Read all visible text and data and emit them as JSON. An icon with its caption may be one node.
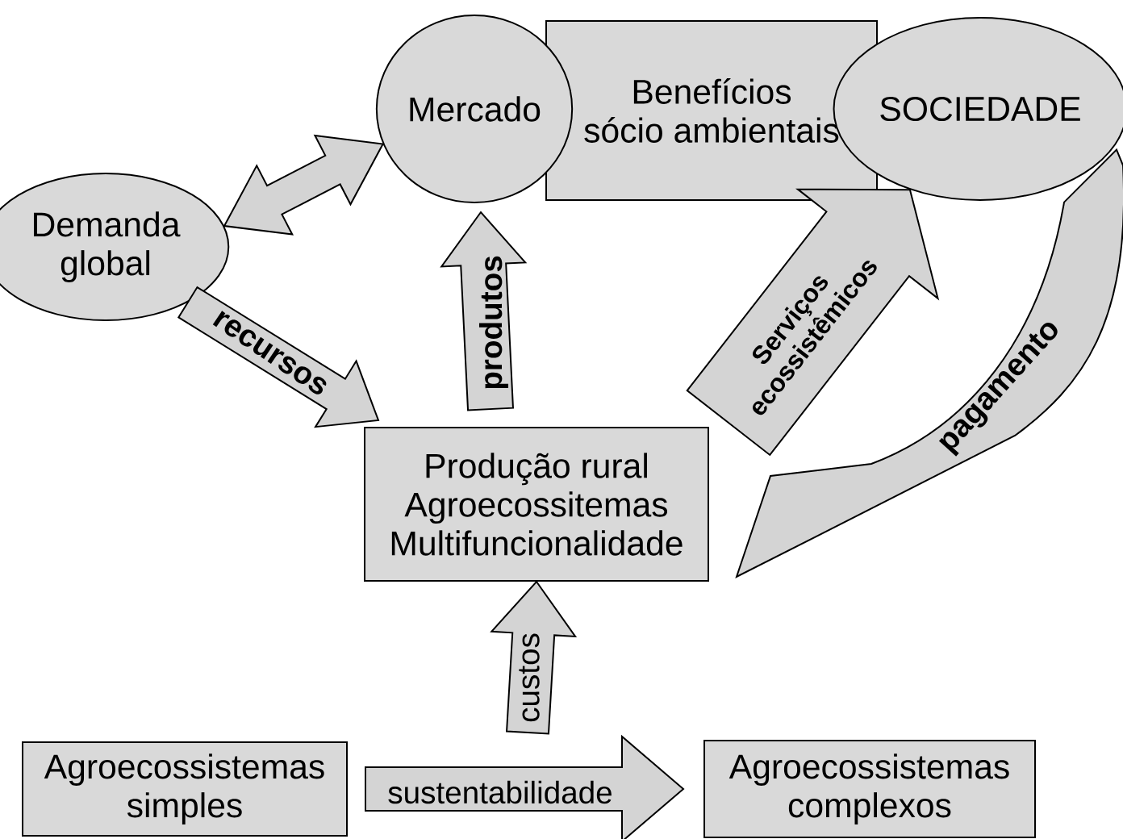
{
  "diagram": {
    "nodes": [
      {
        "text": [
          "Mercado"
        ]
      },
      {
        "text": [
          "Benefícios",
          "sócio ambientais"
        ]
      },
      {
        "text": [
          "SOCIEDADE"
        ]
      },
      {
        "text": [
          "Demanda global"
        ]
      },
      {
        "text": [
          "Produção rural",
          "Agroecossitemas",
          "Multifuncionalidade"
        ]
      },
      {
        "text": [
          "Agroecossistemas simples"
        ]
      },
      {
        "text": [
          "Agroecossistemas complexos"
        ]
      }
    ],
    "edges": [
      {
        "from": 3,
        "to": 0,
        "arrow": "both"
      },
      {
        "from": 3,
        "to": 4,
        "arrow": "to",
        "label": "recursos"
      },
      {
        "from": 4,
        "to": 0,
        "arrow": "to",
        "label": "produtos"
      },
      {
        "from": 4,
        "to": 2,
        "arrow": "to",
        "label": "Serviços ecossistêmicos"
      },
      {
        "from": 2,
        "to": 4,
        "arrow": "to",
        "label": "pagamento"
      },
      {
        "from": 5,
        "to": 6,
        "arrow": "to",
        "label": "sustentabilidade"
      },
      {
        "from": null,
        "to": 4,
        "arrow": "to",
        "label": "custos"
      }
    ]
  }
}
